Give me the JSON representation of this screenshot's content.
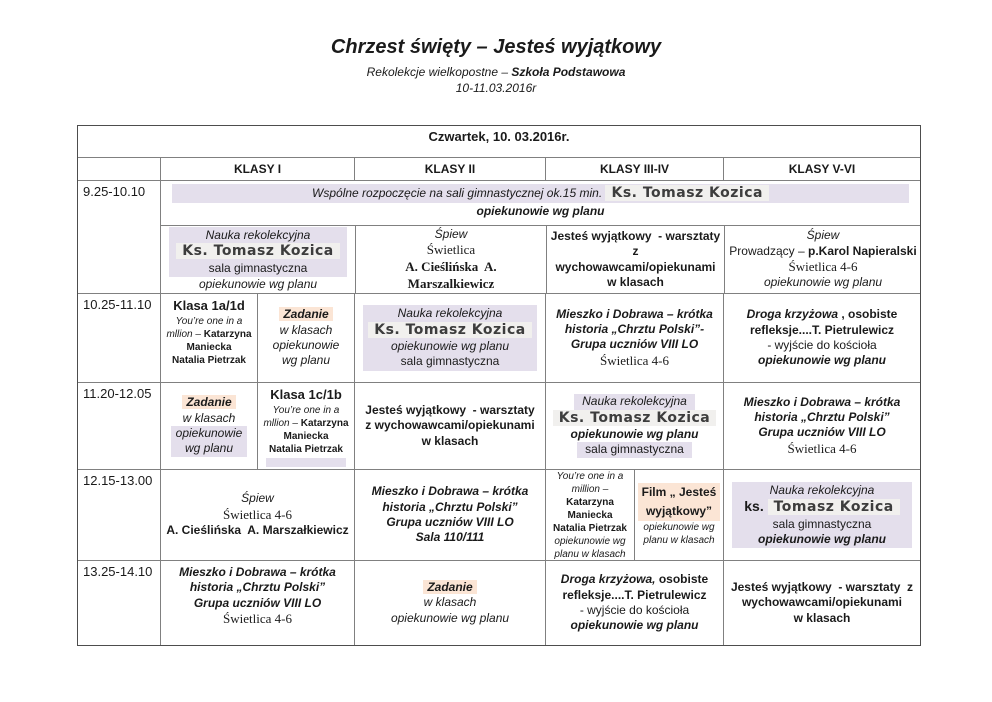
{
  "header": {
    "title": "Chrzest święty – Jesteś wyjątkowy",
    "subtitle_prefix": "Rekolekcje wielkopostne  –  ",
    "subtitle_bold": "Szkoła Podstawowa",
    "date": "10-11.03.2016r"
  },
  "table": {
    "day_header": "Czwartek, 10. 03.2016r.",
    "columns": [
      "KLASY I",
      "KLASY II",
      "KLASY III-IV",
      "KLASY V-VI"
    ]
  },
  "colors": {
    "highlight_lavender": "#e4dfec",
    "highlight_peach": "#fbe5d5",
    "highlight_gray": "#f1f0ee"
  },
  "rows": {
    "r1": {
      "time": "9.25-10.10",
      "banner_intro": "Wspólne rozpoczęcie na sali gimnastycznej ok.15 min. ",
      "banner_name": "Ks. Tomasz Kozica",
      "banner_note": "opiekunowie wg planu",
      "k1": {
        "l1": "Nauka rekolekcyjna",
        "l2": "Ks. Tomasz Kozica",
        "l3": "sala gimnastyczna",
        "l4": "opiekunowie wg planu"
      },
      "k2": {
        "l1": "Śpiew",
        "l2": "Świetlica",
        "l3": "A. Cieślińska  A.",
        "l4": "Marszalkiewicz"
      },
      "k3": {
        "l1": "Jesteś wyjątkowy  - warsztaty z",
        "l2": "wychowawcami/opiekunami",
        "l3": "w klasach"
      },
      "k4": {
        "l1": "Śpiew",
        "l2a": "Prowadzący – ",
        "l2b": "p.Karol Napieralski",
        "l3": "Świetlica 4-6",
        "l4": "opiekunowie wg planu"
      }
    },
    "r2": {
      "time": "10.25-11.10",
      "k1a": {
        "l1": "Klasa 1a/1d",
        "l2": "You’re one in a",
        "l3a": "mllion – ",
        "l3b": "Katarzyna",
        "l4": "Maniecka",
        "l5": "Natalia Pietrzak"
      },
      "k1b": {
        "l1": "Zadanie",
        "l2": "w klasach",
        "l3": "opiekunowie",
        "l4": "wg planu"
      },
      "k2": {
        "l1": "Nauka rekolekcyjna",
        "l2": "Ks. Tomasz Kozica",
        "l3": "opiekunowie wg planu",
        "l4": "sala gimnastyczna"
      },
      "k3": {
        "l1": "Mieszko i Dobrawa – krótka",
        "l2": "historia „Chrztu Polski”-",
        "l3": "Grupa uczniów VIII LO",
        "l4": "Świetlica 4-6"
      },
      "k4": {
        "l1a": "Droga krzyżowa ",
        "l1b": ", osobiste",
        "l2": "refleksje....T. Pietrulewicz",
        "l3": "- wyjście do kościoła",
        "l4": "opiekunowie wg planu"
      }
    },
    "r3": {
      "time": "11.20-12.05",
      "k1a": {
        "l1": "Zadanie",
        "l2": "w klasach",
        "l3": "opiekunowie",
        "l4": "wg planu"
      },
      "k1b": {
        "l1": "Klasa 1c/1b",
        "l2": "You’re one in a",
        "l3a": "mllion – ",
        "l3b": "Katarzyna",
        "l4": "Maniecka",
        "l5": "Natalia Pietrzak"
      },
      "k2": {
        "l1": "Jesteś wyjątkowy  - warsztaty",
        "l2": "z wychowawcami/opiekunami",
        "l3": "w klasach"
      },
      "k3": {
        "l1": "Nauka rekolekcyjna",
        "l2": "Ks. Tomasz Kozica",
        "l3": "opiekunowie wg planu",
        "l4": "sala gimnastyczna"
      },
      "k4": {
        "l1": "Mieszko i Dobrawa – krótka",
        "l2": "historia „Chrztu Polski”",
        "l3": "Grupa uczniów VIII LO",
        "l4": "Świetlica 4-6"
      }
    },
    "r4": {
      "time": "12.15-13.00",
      "k1": {
        "l1": "Śpiew",
        "l2": "Świetlica 4-6",
        "l3": "A. Cieślińska  A. Marszałkiewicz"
      },
      "k2": {
        "l1": "Mieszko i Dobrawa – krótka",
        "l2": "historia „Chrztu Polski”",
        "l3": "Grupa uczniów VIII LO",
        "l4": "Sala 110/111"
      },
      "k3a": {
        "l1": "You’re one in a",
        "l2": "million –",
        "l3": "Katarzyna",
        "l4": "Maniecka",
        "l5": "Natalia Pietrzak",
        "l6": "opiekunowie wg",
        "l7": "planu w klasach"
      },
      "k3b": {
        "l1": "Film „ Jesteś",
        "l2": "wyjątkowy”",
        "l3": "opiekunowie wg",
        "l4": "planu w klasach"
      },
      "k4": {
        "l1": "Nauka rekolekcyjna",
        "l2a": "ks. ",
        "l2b": "Tomasz Kozica",
        "l3": "sala gimnastyczna",
        "l4": "opiekunowie wg planu"
      }
    },
    "r5": {
      "time": "13.25-14.10",
      "k1": {
        "l1": "Mieszko i Dobrawa – krótka",
        "l2": "historia „Chrztu Polski”",
        "l3": "Grupa uczniów VIII LO",
        "l4": "Świetlica 4-6"
      },
      "k2": {
        "l1": "Zadanie",
        "l2": "w klasach",
        "l3": "opiekunowie wg planu"
      },
      "k3": {
        "l1a": "Droga krzyżowa,",
        "l1b": " osobiste",
        "l2": "refleksje....T. Pietrulewicz",
        "l3": "- wyjście do kościoła",
        "l4": "opiekunowie wg planu"
      },
      "k4": {
        "l1": "Jesteś wyjątkowy  - warsztaty  z",
        "l2": "wychowawcami/opiekunami",
        "l3": "w klasach"
      }
    }
  }
}
